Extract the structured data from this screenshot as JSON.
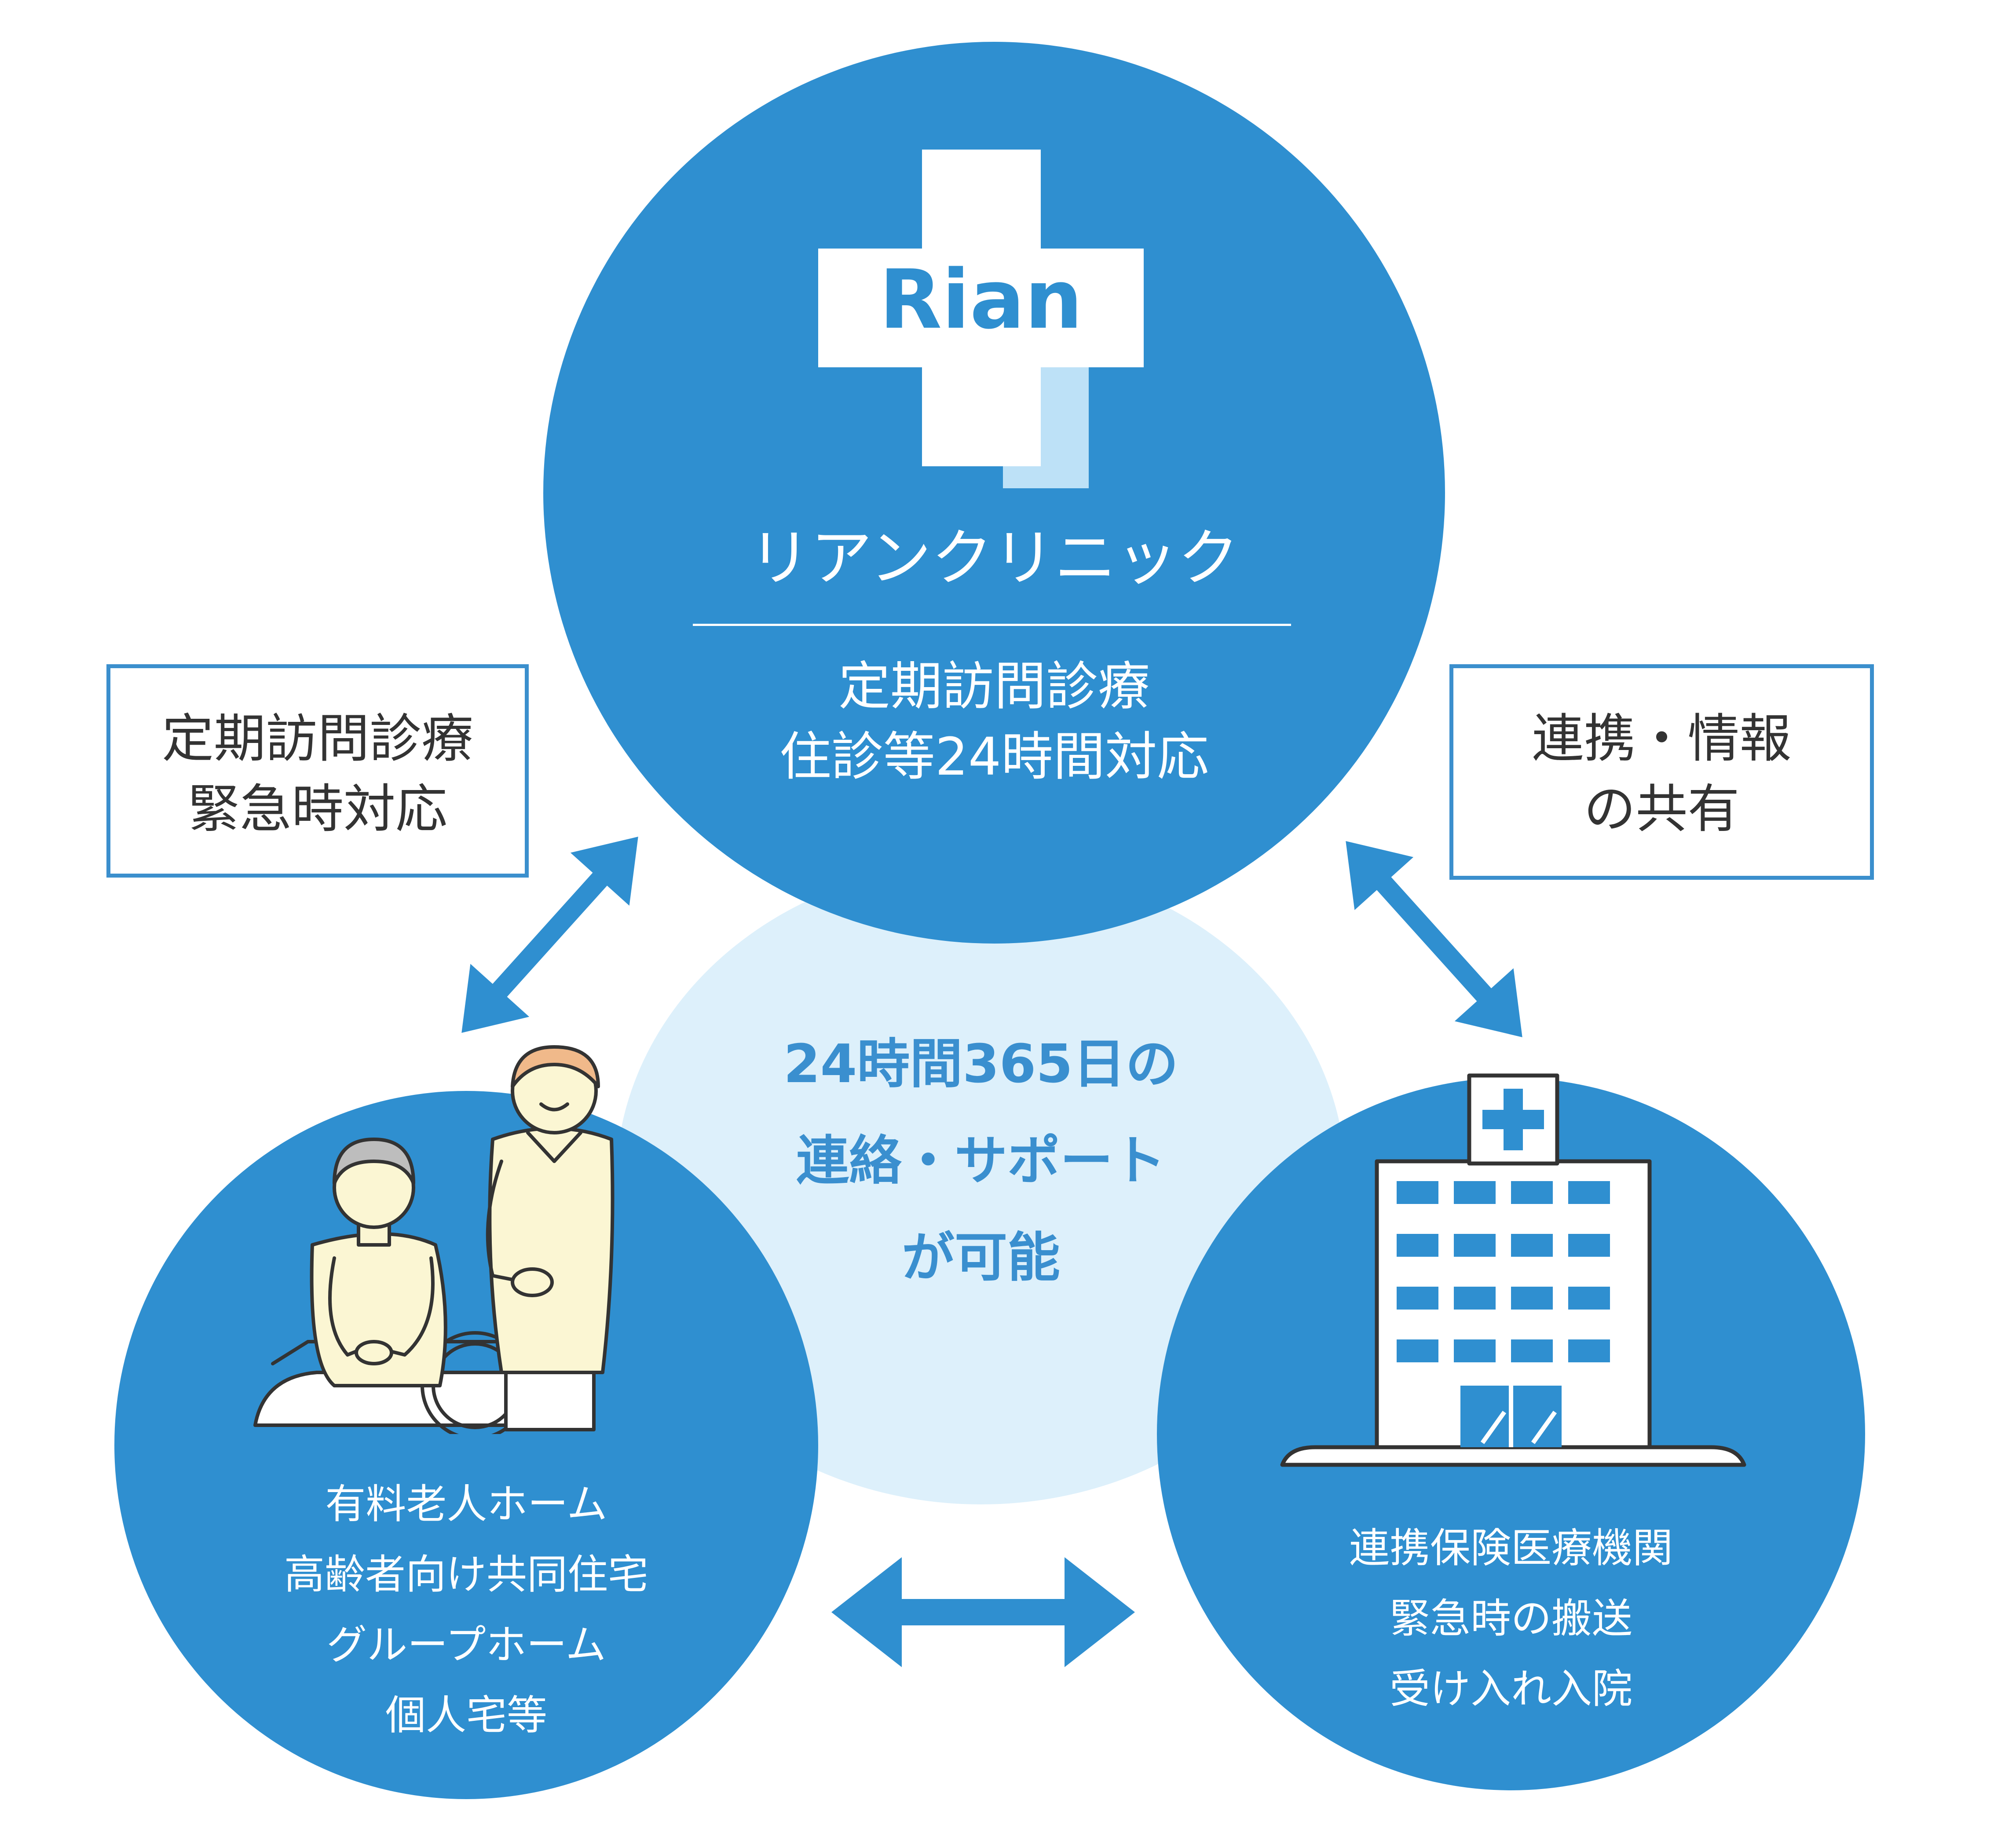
{
  "colors": {
    "primary_blue": "#2f8fd0",
    "pale_blue": "#ddf0fb",
    "light_blue_accent": "#bde1f7",
    "center_text_blue": "#3a8fcf",
    "box_border": "#3b8fcd",
    "text_dark": "#333333"
  },
  "clinic": {
    "logo_text": "Rian",
    "name": "リアンクリニック",
    "services": [
      "定期訪問診療",
      "住診等24時間対応"
    ]
  },
  "left_box": {
    "lines": [
      "定期訪問診療",
      "緊急時対応"
    ]
  },
  "right_box": {
    "lines": [
      "連携・情報",
      "の共有"
    ]
  },
  "center": {
    "lines": [
      "24時間365日の",
      "連絡・サポート",
      "が可能"
    ]
  },
  "facilities": {
    "lines": [
      "有料老人ホーム",
      "高齢者向け共同住宅",
      "グループホーム",
      "個人宅等"
    ]
  },
  "hospital": {
    "lines": [
      "連携保険医療機関",
      "緊急時の搬送",
      "受け入れ入院"
    ]
  },
  "icons": {
    "clinic_logo": "medical-cross-icon",
    "caregiver": "caregiver-wheelchair-illustration",
    "hospital": "hospital-building-icon",
    "arrows": "double-arrow-icon"
  }
}
